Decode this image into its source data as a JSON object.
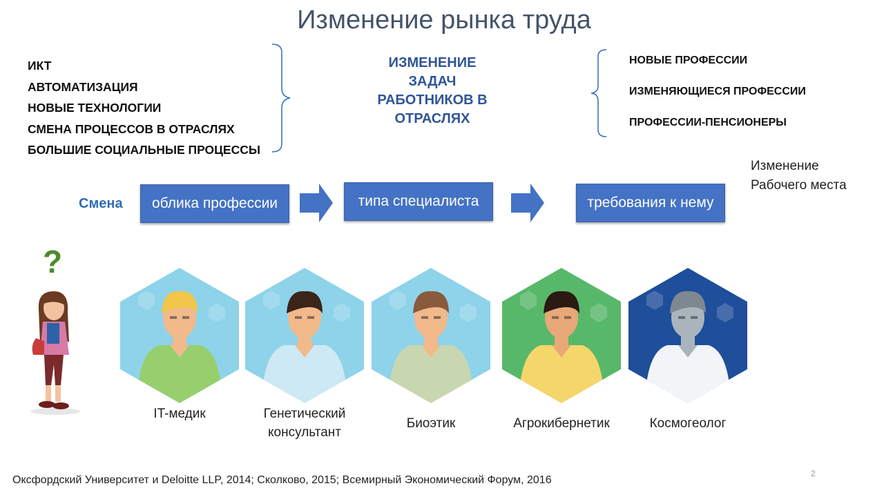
{
  "title": "Изменение рынка труда",
  "drivers": [
    "ИКТ",
    "АВТОМАТИЗАЦИЯ",
    "НОВЫЕ  ТЕХНОЛОГИИ",
    "СМЕНА ПРОЦЕССОВ  В ОТРАСЛЯХ",
    "БОЛЬШИЕ  СОЦИАЛЬНЫЕ  ПРОЦЕССЫ"
  ],
  "center_text": [
    "ИЗМЕНЕНИЕ",
    "ЗАДАЧ",
    "РАБОТНИКОВ В",
    "ОТРАСЛЯХ"
  ],
  "outcomes": [
    "НОВЫЕ ПРОФЕССИИ",
    "ИЗМЕНЯЮЩИЕСЯ ПРОФЕССИИ",
    "ПРОФЕССИИ-ПЕНСИОНЕРЫ"
  ],
  "workplace": [
    "Изменение",
    "Рабочего места"
  ],
  "flow": {
    "prefix": "Смена",
    "steps": [
      "облика профессии",
      "типа специалиста",
      "требования к нему"
    ]
  },
  "question_mark": "?",
  "roles": [
    {
      "label": [
        "IT-медик"
      ],
      "bg": "#8ed3ea",
      "skin": "#f2b98a",
      "hair": "#f2c64a",
      "shirt": "#97cf6e",
      "icon": "it-medic-icon"
    },
    {
      "label": [
        "Генетический",
        "консультант"
      ],
      "bg": "#8ed3ea",
      "skin": "#f2b98a",
      "hair": "#3b2418",
      "shirt": "#cde9f3",
      "icon": "genetic-consultant-icon"
    },
    {
      "label": [
        "Биоэтик"
      ],
      "bg": "#8ed3ea",
      "skin": "#f2b98a",
      "hair": "#8a5a3c",
      "shirt": "#c8d7b0",
      "icon": "bioethicist-icon"
    },
    {
      "label": [
        "Агрокибернетик"
      ],
      "bg": "#58b86a",
      "skin": "#e8a877",
      "hair": "#2a1a12",
      "shirt": "#f5d66a",
      "icon": "agrocybernetic-icon"
    },
    {
      "label": [
        "Космогеолог"
      ],
      "bg": "#1f4e9a",
      "skin": "#a9b4bd",
      "hair": "#7d8891",
      "shirt": "#f2f4f8",
      "icon": "cosmogeologist-icon"
    }
  ],
  "footnote": "Оксфордский Университет и Deloitte LLP, 2014; Сколково, 2015; Всемирный Экономический Форум, 2016",
  "page_number": "2",
  "colors": {
    "accent": "#2f5597",
    "box": "#4472c4",
    "bracket": "#2f6db5"
  }
}
